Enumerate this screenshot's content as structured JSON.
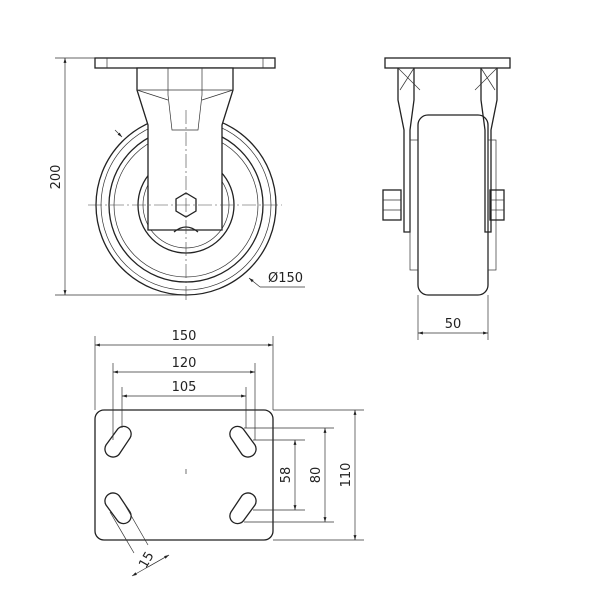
{
  "title": "Fixed caster technical drawing",
  "colors": {
    "line": "#222222",
    "background": "#ffffff"
  },
  "front_view": {
    "height_dim": "200",
    "diameter_dim": "Ø150"
  },
  "side_view": {
    "width_dim": "50"
  },
  "plate_view": {
    "plate_width_dim": "150",
    "hole_outer_width_dim": "120",
    "hole_inner_width_dim": "105",
    "plate_height_dim": "110",
    "hole_outer_height_dim": "80",
    "hole_inner_height_dim": "58",
    "slot_width_dim": "15"
  }
}
